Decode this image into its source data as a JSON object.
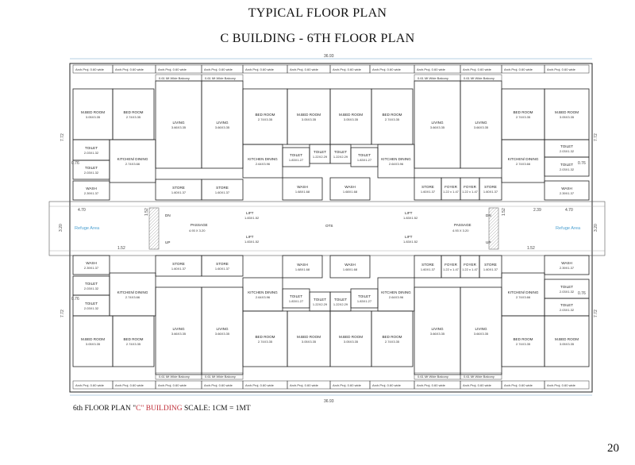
{
  "title_line1": "TYPICAL FLOOR PLAN",
  "title_line2": "C BUILDING - 6TH FLOOR PLAN",
  "page_number": "20",
  "caption": {
    "prefix": "6th  FLOOR PLAN  \"",
    "highlight": "C\" BUILDING",
    "suffix": " SCALE: 1CM = 1MT"
  },
  "overall_dimension_top": "36.93",
  "overall_dimension_bottom": "36.93",
  "side_dimensions": [
    "7.72",
    "3.20",
    "7.72",
    "0.76",
    "1.52",
    "2.39",
    "4.70"
  ],
  "arch_proj_label": "Arch.Proj. 0.60 wide",
  "balcony_label": "0.61 Mt Wide Balcony",
  "rooms": {
    "mbed": [
      "M.BED ROOM",
      "3.05X3.35"
    ],
    "bed": [
      "BED ROOM",
      "2.74X3.35"
    ],
    "living": [
      "LIVING",
      "3.66X3.35"
    ],
    "toilet": [
      "TOILET",
      "2.03X1.32"
    ],
    "toilet2": [
      "TOILET",
      "1.83X1.27"
    ],
    "toilet3": [
      "TOILET",
      "1.22X2.29"
    ],
    "kitchen": [
      "KITCHEN/ DINING",
      "2.74X3.66"
    ],
    "kitchen2": [
      "KITCHEN DINING",
      "2.64X3.96"
    ],
    "wash": [
      "WASH",
      "2.39X1.37"
    ],
    "wash2": [
      "WASH",
      "1.68X1.68"
    ],
    "store": [
      "STORE",
      "1.60X1.37"
    ],
    "foyer": [
      "FOYER",
      "1.22 x 1.47"
    ],
    "lift": [
      "LIFT",
      "1.83X1.52"
    ],
    "passage": [
      "PASSAGE",
      "4.93 X 3.20"
    ],
    "otc": "OTS",
    "refuge": "Refuge Area",
    "dn": "DN",
    "up": "UP"
  }
}
